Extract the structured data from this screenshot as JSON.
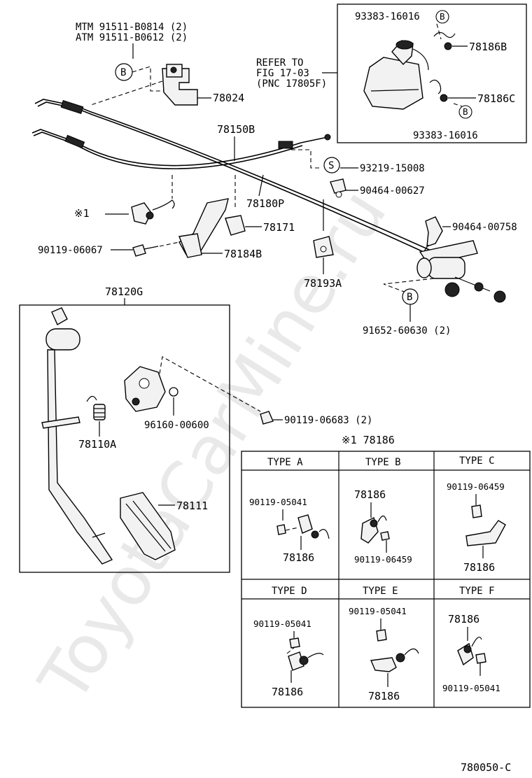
{
  "labels": {
    "mtm": "MTM 91511-B0814 (2)",
    "atm": "ATM 91511-B0612 (2)",
    "p78024": "78024",
    "refer1": "REFER TO",
    "refer2": "FIG 17-03",
    "refer3": "(PNC 17805F)",
    "p93383a": "93383-16016",
    "p78186B": "78186B",
    "p78186C": "78186C",
    "p93383b": "93383-16016",
    "p78150B": "78150B",
    "p93219": "93219-15008",
    "p90464a": "90464-00627",
    "p90464b": "90464-00758",
    "star1": "※1",
    "p78180P": "78180P",
    "p78171": "78171",
    "p90119a": "90119-06067",
    "p78184B": "78184B",
    "p78193A": "78193A",
    "p91652": "91652-60630 (2)",
    "p78120G": "78120G",
    "p96160": "96160-00600",
    "p78110A": "78110A",
    "p90119b": "90119-06683 (2)",
    "p78111": "78111",
    "star2": "※1 78186",
    "fig": "780050-C",
    "b": "B",
    "s": "S",
    "watermark": "ToyotaCarMine.ru"
  },
  "table": {
    "types": [
      {
        "header": "TYPE A",
        "labels": [
          "90119-05041",
          "78186"
        ]
      },
      {
        "header": "TYPE B",
        "labels": [
          "78186",
          "90119-06459"
        ]
      },
      {
        "header": "TYPE C",
        "labels": [
          "90119-06459",
          "78186"
        ]
      },
      {
        "header": "TYPE D",
        "labels": [
          "90119-05041",
          "78186"
        ]
      },
      {
        "header": "TYPE E",
        "labels": [
          "90119-05041",
          "78186"
        ]
      },
      {
        "header": "TYPE F",
        "labels": [
          "78186",
          "90119-05041"
        ]
      }
    ]
  }
}
